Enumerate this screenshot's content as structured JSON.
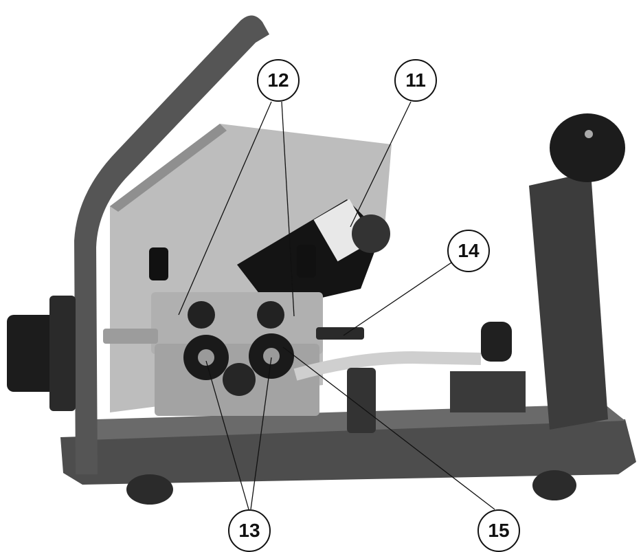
{
  "callouts": {
    "c11": "11",
    "c12": "12",
    "c13": "13",
    "c14": "14",
    "c15": "15"
  },
  "colors": {
    "frame": "#4a4a4a",
    "panel": "#b9b9b9",
    "motor": "#151515",
    "feeder": "#a8a8a8",
    "background": "#ffffff"
  }
}
